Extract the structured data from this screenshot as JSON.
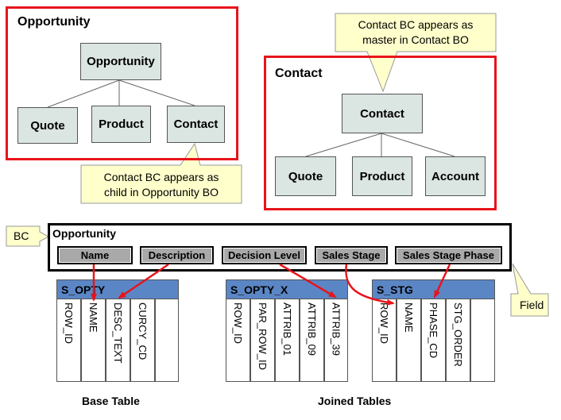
{
  "opportunity_bo": {
    "title": "Opportunity",
    "root": "Opportunity",
    "children": [
      "Quote",
      "Product",
      "Contact"
    ],
    "callout": [
      "Contact BC appears as",
      "child in Opportunity BO"
    ]
  },
  "contact_bo": {
    "title": "Contact",
    "root": "Contact",
    "children": [
      "Quote",
      "Product",
      "Account"
    ],
    "callout": [
      "Contact BC appears as",
      "master in Contact BO"
    ]
  },
  "bc": {
    "tag": "BC",
    "title": "Opportunity",
    "fields": [
      "Name",
      "Description",
      "Decision Level",
      "Sales Stage",
      "Sales Stage Phase"
    ],
    "field_callout": "Field"
  },
  "tables": [
    {
      "name": "S_OPTY",
      "columns": [
        "ROW_ID",
        "NAME",
        "DESC_TEXT",
        "CURCY_CD",
        ""
      ]
    },
    {
      "name": "S_OPTY_X",
      "columns": [
        "ROW_ID",
        "PAR_ROW_ID",
        "ATTRIB_01",
        "ATTRIB_09",
        "ATTRIB_39"
      ]
    },
    {
      "name": "S_STG",
      "columns": [
        "ROW_ID",
        "NAME",
        "PHASE_CD",
        "STG_ORDER",
        ""
      ]
    }
  ],
  "captions": {
    "base": "Base Table",
    "joined": "Joined Tables"
  },
  "colors": {
    "frame": "#e8141b",
    "node": "#dbe5e1",
    "callout": "#ffffcc",
    "field": "#a9a9a9",
    "table_header": "#5b86c5",
    "arrow": "#e8141b"
  }
}
